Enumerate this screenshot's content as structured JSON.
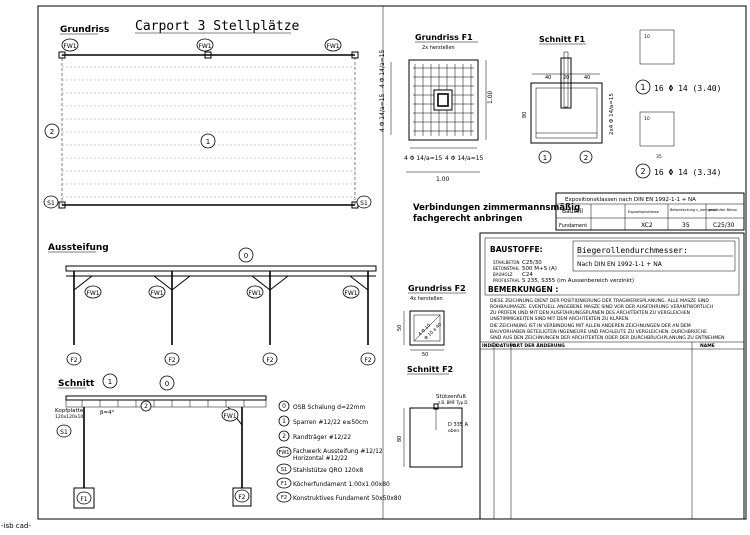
{
  "sheet": {
    "title": "Carport 3 Stellplätze",
    "footer": "-isb cad-"
  },
  "grundriss": {
    "heading": "Grundriss",
    "fw1": "FW1",
    "axis_2": "2",
    "axis_1": "1",
    "s1": "S1"
  },
  "aussteifung": {
    "heading": "Aussteifung",
    "label_0": "0",
    "fw1": "FW1",
    "f2": "F2"
  },
  "schnitt": {
    "heading": "Schnitt",
    "label_1": "1",
    "label_0": "0",
    "kopfplatte": "Kopfplatte",
    "kopfplatte_dim": "120x120x10",
    "angle": "β=4°",
    "label_2": "2",
    "fw1": "FW1",
    "s1": "S1",
    "f1": "F1",
    "f2": "F2"
  },
  "legend": [
    {
      "key": "0",
      "text": "OSB Schalung d=22mm"
    },
    {
      "key": "1",
      "text": "Sparren #12/22 e≤50cm"
    },
    {
      "key": "2",
      "text": "Randträger #12/22"
    },
    {
      "key": "FW1",
      "text": "Fachwerk Aussteifung #12/12",
      "text2": "Horizontal #12/22"
    },
    {
      "key": "S1",
      "text": "Stahlstütze QRO 120x8"
    },
    {
      "key": "F1",
      "text": "Köcherfundament 1.00x1.00x80"
    },
    {
      "key": "F2",
      "text": "Konstruktives Fundament 50x50x80"
    }
  ],
  "grundriss_f1": {
    "heading": "Grundriss F1",
    "sub": "2x herstellen",
    "rebar_right_top": "4 Φ 14/a=15",
    "rebar_right_bottom": "4 Φ 14/a=15",
    "rebar_bottom_left": "4 Φ 14/a=15",
    "rebar_bottom_right": "4 Φ 14/a=15",
    "dim": "1.00",
    "dim_bottom": "1.00"
  },
  "schnitt_f1": {
    "heading": "Schnitt F1",
    "dims": [
      "40",
      "20",
      "40"
    ],
    "dim_height": "80",
    "rebar_side": "2x4 Φ 14/a=15",
    "bubble_1": "1",
    "bubble_2": "2"
  },
  "bars": [
    {
      "key": "1",
      "text": "16 Φ 14 (3.40)"
    },
    {
      "key": "2",
      "text": "16 Φ 14 (3.34)"
    }
  ],
  "bar_dims": {
    "d1": "10",
    "d2": "10",
    "len": "35"
  },
  "note": {
    "line1": "Verbindungen zimmermannsmäßig",
    "line2": "fachgerecht anbringen"
  },
  "exposure": {
    "title": "Expositionsklassen nach DIN EN 1992-1-1 + NA",
    "headers": [
      "Bauteil",
      "Expositionsklasse",
      "Betondeckung c_nom mm",
      "gewählter Beton"
    ],
    "rows": [
      [
        "Fundament",
        "XC2",
        "35",
        "C25/30"
      ]
    ]
  },
  "baustoffe": {
    "heading": "BAUSTOFFE:",
    "stahlbeton": "STAHLBETON",
    "stahlbeton_val": "C25/30",
    "betonstahl": "BETONSTAHL",
    "betonstahl_val": "500 M+S (A)",
    "bauholz": "BAUHOLZ",
    "bauholz_val": "C24",
    "profilstahl": "PROFILSTAHL",
    "profilstahl_val": "S 235, S355  (im Aussenbereich verzinkt)",
    "bieg_title": "Biegerollendurchmesser:",
    "bieg_val": "Nach DIN EN 1992-1-1 + NA"
  },
  "bemerkungen": {
    "heading": "BEMERKUNGEN :",
    "p1": [
      "DIESE ZEICHNUNG DIENT DER POSITIONIERUNG DER TRAGWERKSPLANUNG. ALLE MASZE SIND",
      "ROHBAUMASZE. EVENTUELL ANGEBENE MASZE SIND VOR DER AUSFÜHRUNG VERANTWORTLICH",
      "ZU PRÜFEN UND MIT DEN AUSFÜHRUNGSPLÄNEN DES ARCHITEKTEN ZU VERGLEICHEN",
      "UNSTIMMIGKEITEN SIND MIT DEM ARCHITEKTEN ZU KLÄREN."
    ],
    "p2": [
      "DIE ZEICHNUNG IST IN VERBINDUNG MIT ALLEN ANDEREN ZEICHNUNGEN DER AN DEM",
      "BAUVORHABEN BETEILIGTEN INGENIEURE UND FACHLEUTE ZU VERGLEICHEN. DURCHBRÜCHE",
      "SIND AUS DEN ZEICHNUNGEN DER ARCHITEKTEN ODER DER DURCHBRUCHPLANUNG ZU ENTNEHMEN"
    ],
    "index_headers": [
      "INDEX",
      "DATUM",
      "ART DER ÄNDERUNG",
      "NAME"
    ]
  },
  "grundriss_f2": {
    "heading": "Grundriss F2",
    "sub": "4x herstellen",
    "rebar": "4 Φ 10",
    "rebar2": "Φ 10 a 40",
    "dim_side": "50",
    "dim_bottom": "50"
  },
  "schnitt_f2": {
    "heading": "Schnitt F2",
    "stuetz": "Stützenfuß",
    "stuetz_sub": "z.B. BMF Typ D",
    "anchor": "D 335 A",
    "anchor_sub": "oben",
    "dim_height": "80"
  }
}
